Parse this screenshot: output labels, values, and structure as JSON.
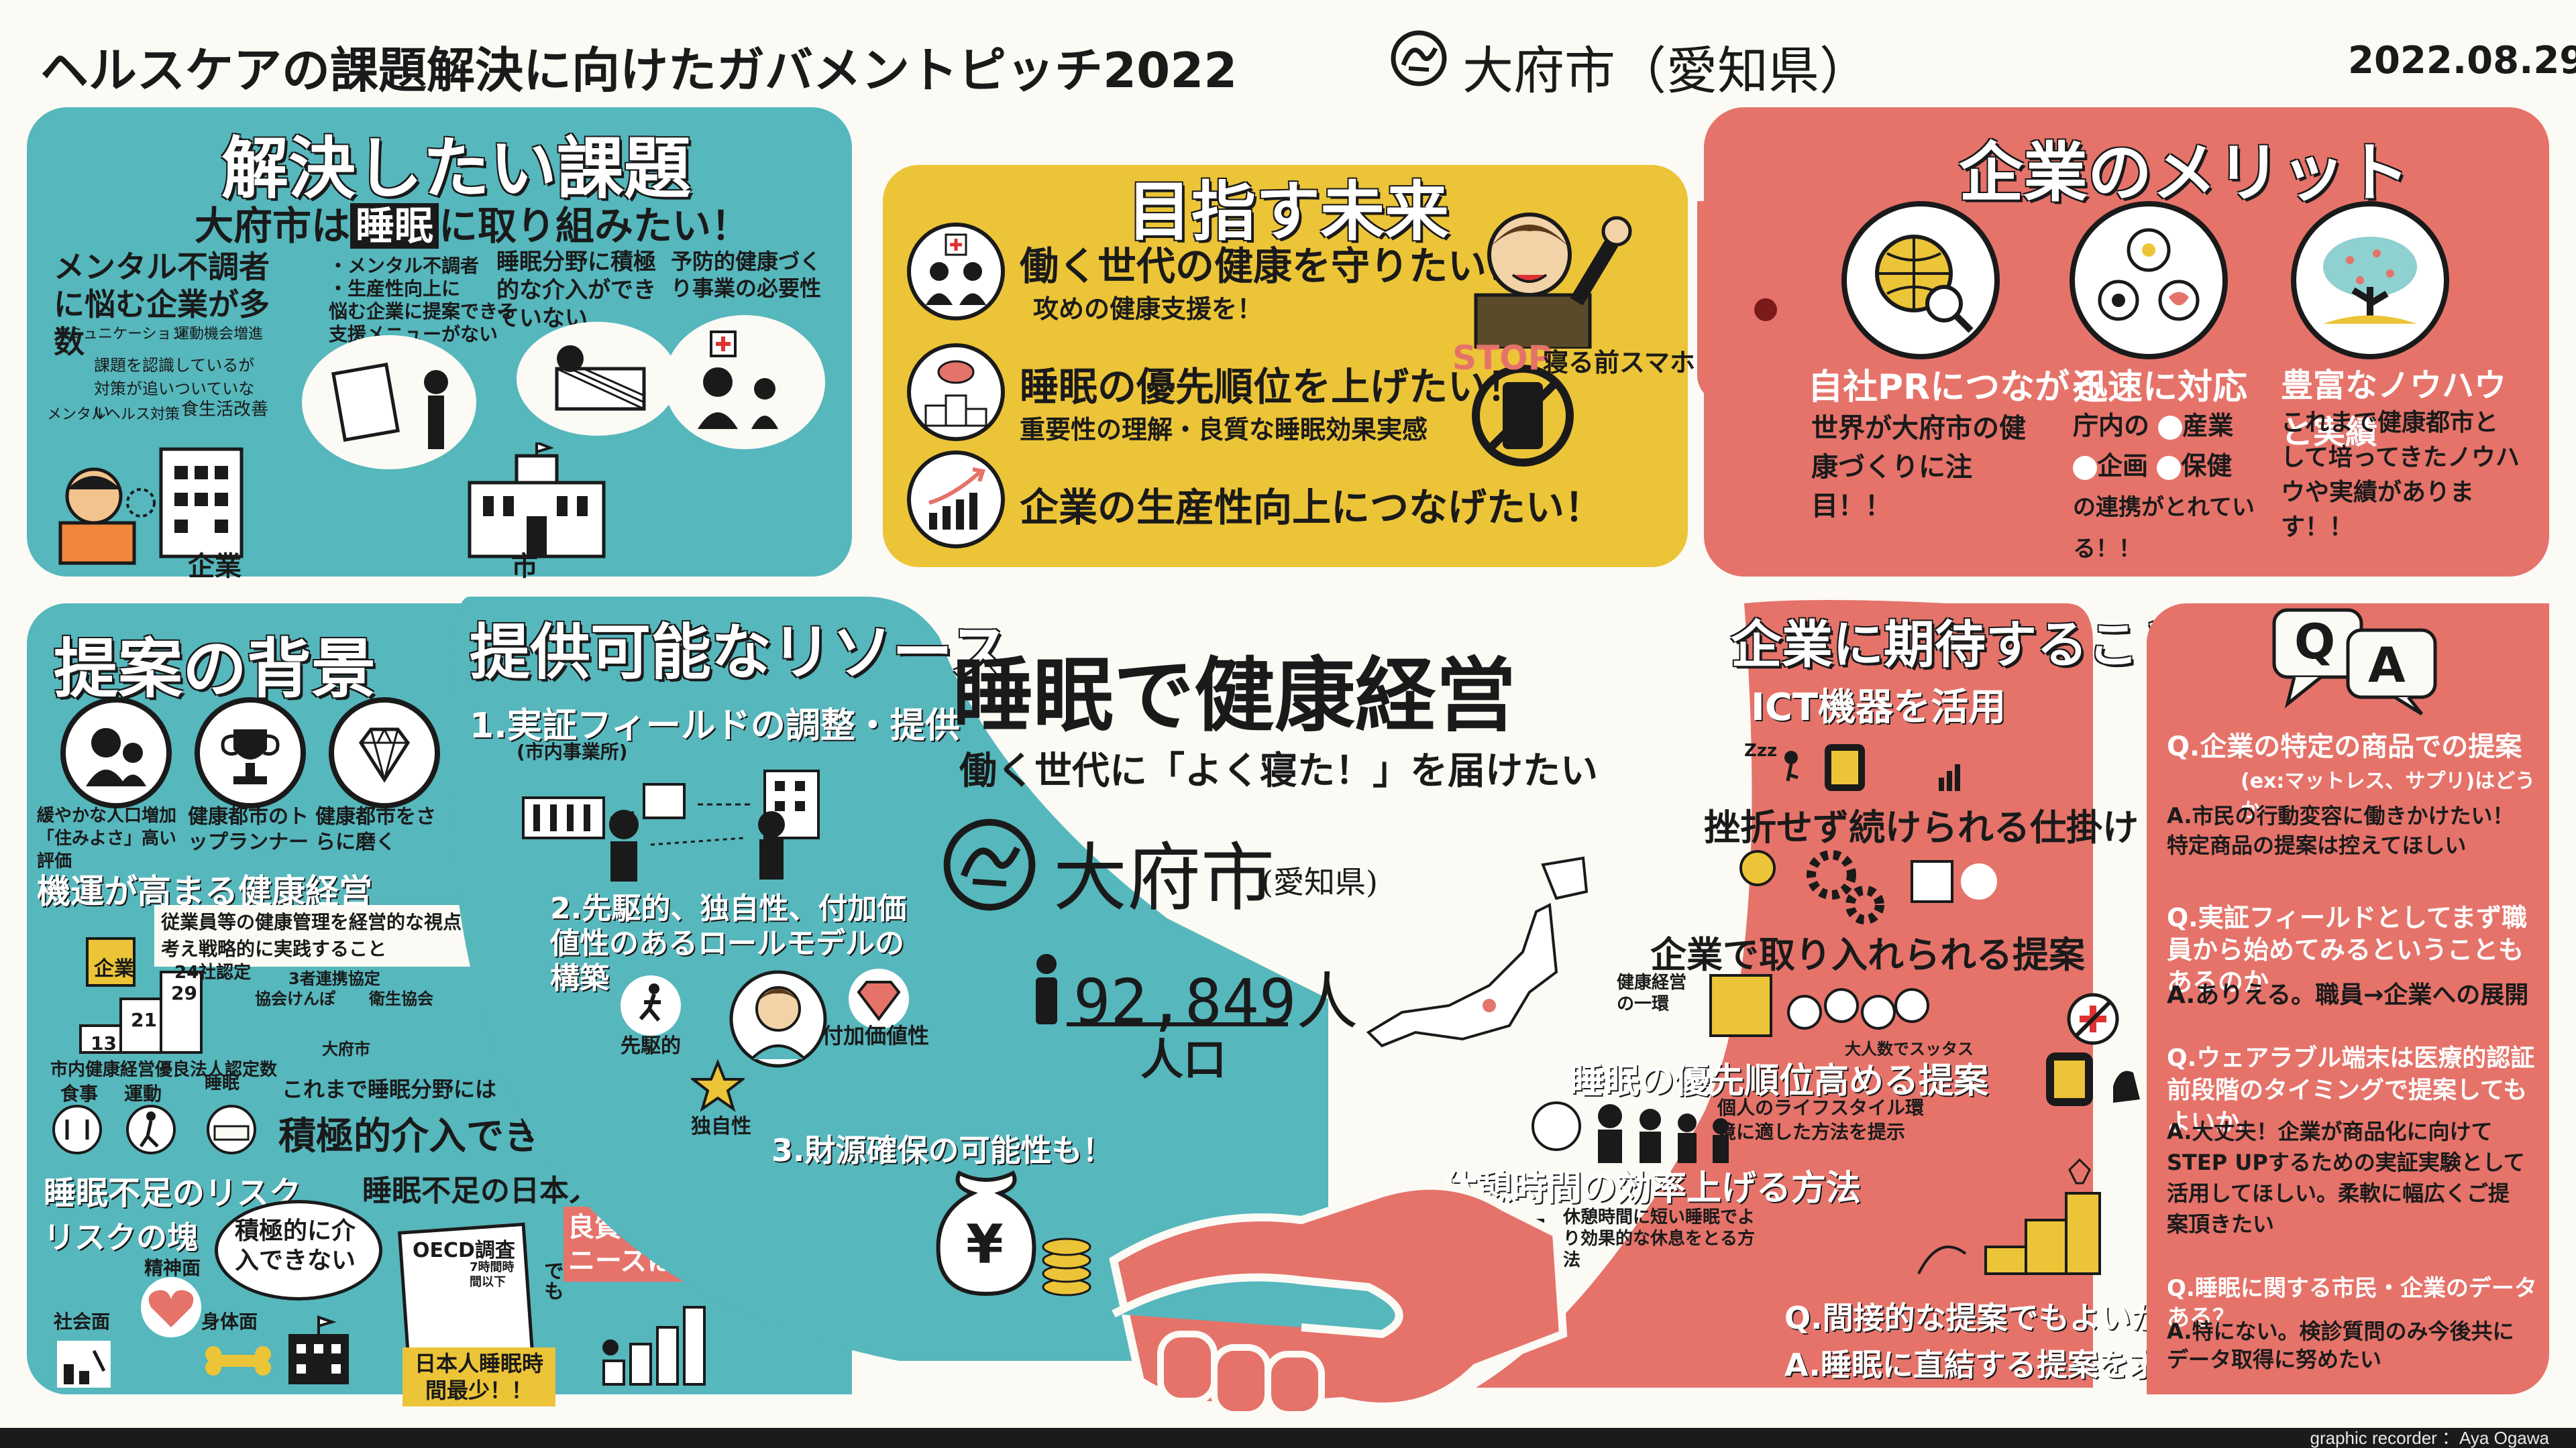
{
  "header": {
    "title": "ヘルスケアの課題解決に向けたガバメントピッチ2022",
    "city": "大府市（愛知県）",
    "date": "2022.08.29"
  },
  "problems": {
    "title": "解決したい課題",
    "subtitle_city": "大府市は",
    "subtitle_topic": "睡眠",
    "subtitle_rest": "に取り組みたい！",
    "note1": "メンタル不調者に悩む企業が多数",
    "tags": [
      "コミュニケーション",
      "運動機会増進",
      "課題を認識しているが対策が追いついていない",
      "メンタルヘルス対策",
      "食生活改善"
    ],
    "note2_lines": [
      "・メンタル不調者",
      "・生産性向上に",
      "悩む企業に提案できる",
      "支援メニューがない"
    ],
    "note3": "睡眠分野に積極的な介入ができていない",
    "note4": "予防的健康づくり事業の必要性",
    "label_company": "企業",
    "label_city": "市"
  },
  "future": {
    "title": "目指す未来",
    "item1": "働く世代の健康を守りたい！",
    "item1_sub": "攻めの健康支援を！",
    "item2": "睡眠の優先順位を上げたい！",
    "item2_sub": "重要性の理解・良質な睡眠効果実感",
    "item3": "企業の生産性向上につなげたい！",
    "stop_label": "STOP",
    "stop_text": "寝る前スマホ"
  },
  "merits": {
    "title": "企業のメリット",
    "m1_title": "自社PRにつながる",
    "m1_text": "世界が大府市の健康づくりに注目！！",
    "m2_title": "迅速に対応",
    "m2_text_a": "庁内の",
    "m2_text_b": "産業",
    "m2_text_c": "企画",
    "m2_text_d": "保健",
    "m2_text_e": "の連携がとれている！！",
    "m3_title": "豊富なノウハウと実績",
    "m3_text": "これまで健康都市として培ってきたノウハウや実績があります！！"
  },
  "background": {
    "title": "提案の背景",
    "b1": "緩やかな人口増加「住みよさ」高い評価",
    "b2": "健康都市のトップランナー",
    "b3": "健康都市をさらに磨く",
    "momentum_title": "機運が高まる健康経営",
    "momentum_text": "従業員等の健康管理を経営的な視点で考え戦略的に実践すること",
    "stair_label": "企業",
    "n24": "24社認定",
    "n29": "29",
    "n21": "21",
    "n13": "13",
    "council": "協会けんぽ",
    "agreement": "3者連携協定",
    "hygiene": "衛生協会",
    "city_label": "大府市",
    "cert": "市内健康経営優良法人認定数",
    "areas": [
      "食事",
      "運動",
      "睡眠"
    ],
    "intervention_pre": "これまで睡眠分野には",
    "intervention": "積極的介入できていない",
    "risk_title": "睡眠不足のリスク",
    "risk_sub": "リスクの塊",
    "mental": "精神面",
    "social": "社会面",
    "physical": "身体面",
    "bubble": "積極的に介入できない",
    "japanese_title": "睡眠不足の日本人",
    "oecd": "OECD調査",
    "sleep_time": "7時間時間以下",
    "least": "日本人睡眠時間最少！！",
    "but": "でも",
    "needs": "良質な睡眠ニーズは増"
  },
  "resources": {
    "title": "提供可能なリソース",
    "r1": "1.実証フィールドの調整・提供",
    "r1_sub": "(市内事業所)",
    "r2": "2.先駆的、独自性、付加価値性のあるロールモデルの構築",
    "pioneer": "先駆的",
    "unique": "独自性",
    "value": "付加価値性",
    "r3": "3.財源確保の可能性も！",
    "yen": "¥"
  },
  "center": {
    "title": "睡眠で健康経営",
    "subtitle": "働く世代に「よく寝た！」を届けたい",
    "logo_city": "大府市",
    "logo_pref": "(愛知県)",
    "population": "92,849人",
    "population_label": "人口"
  },
  "expectations": {
    "title": "企業に期待すること",
    "ict": "ICT機器を活用",
    "zzz": "Zzz",
    "sustain": "挫折せず続けられる仕掛け",
    "adopt": "企業で取り入れられる提案",
    "health_mgmt": "健康経営の一環",
    "staff": "大人数でスッタス",
    "priority": "睡眠の優先順位高める提案",
    "lifestyle": "個人のライフスタイル環境に適した方法を提示",
    "break_title": "休憩時間の効率上げる方法",
    "break_text": "休憩時間に短い睡眠でより効果的な休息をとる方法",
    "q_indirect": "Q.間接的な提案でもよいか",
    "a_indirect": "A.睡眠に直結する提案を求む"
  },
  "qa": {
    "title_q": "Q",
    "title_a": "A",
    "q1": "Q.企業の特定の商品での提案",
    "q1_sub": "(ex:マットレス、サプリ)はどうか",
    "a1": "A.市民の行動変容に働きかけたい！特定商品の提案は控えてほしい",
    "q2": "Q.実証フィールドとしてまず職員から始めてみるということもあるのか",
    "a2": "A.ありえる。職員→企業への展開",
    "q3": "Q.ウェアラブル端末は医療的認証前段階のタイミングで提案してもよいか。",
    "a3": "A.大丈夫！企業が商品化に向けてSTEP UPするための実証実験として活用してほしい。柔軟に幅広くご提案頂きたい",
    "q4": "Q.睡眠に関する市民・企業のデータある？",
    "a4": "A.特にない。検診質問のみ今後共にデータ取得に努めたい"
  },
  "footer": {
    "credit": "graphic recorder ：Aya Ogawa"
  },
  "colors": {
    "teal": "#56b7bd",
    "coral": "#e5736a",
    "yellow": "#ecc437",
    "ink": "#1a1a1a"
  }
}
